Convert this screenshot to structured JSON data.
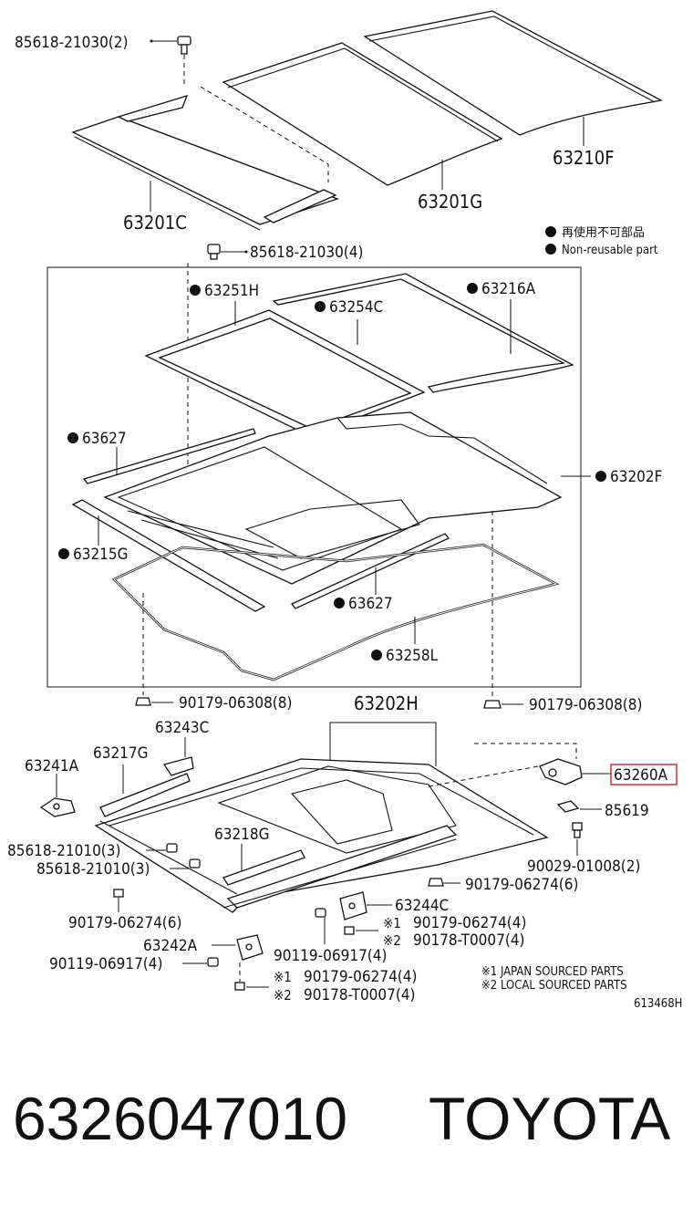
{
  "diagram": {
    "labels": {
      "bolt_top": "85618-21030(2)",
      "p63201C": "63201C",
      "p63201G": "63201G",
      "p63210F": "63210F",
      "legend_jp": "再使用不可部品",
      "legend_en": "Non-reusable part",
      "bolt_mid": "85618-21030(4)",
      "p63251H": "63251H",
      "p63254C": "63254C",
      "p63216A": "63216A",
      "p63627a": "63627",
      "p63202F": "63202F",
      "p63215G": "63215G",
      "p63627b": "63627",
      "p63258L": "63258L",
      "clip_left": "90179-06308(8)",
      "p63202H": "63202H",
      "clip_right": "90179-06308(8)",
      "p63243C": "63243C",
      "p63241A": "63241A",
      "p63217G": "63217G",
      "p63260A": "63260A",
      "p85619": "85619",
      "bolt_a": "85618-21010(3)",
      "bolt_b": "85618-21010(3)",
      "p63218G": "63218G",
      "clip_90029": "90029-01008(2)",
      "nut_mid": "90179-06274(6)",
      "nut_left": "90179-06274(6)",
      "p63244C": "63244C",
      "m1_nut": "90179-06274(4)",
      "m2_nut": "90178-T0007(4)",
      "p63242A": "63242A",
      "screw_left": "90119-06917(4)",
      "screw_mid": "90119-06917(4)",
      "b1_nut": "90179-06274(4)",
      "b2_nut": "90178-T0007(4)",
      "mark1": "※1",
      "mark2": "※2",
      "note1": "※1 JAPAN SOURCED PARTS",
      "note2": "※2 LOCAL SOURCED PARTS",
      "figure_id": "613468H"
    },
    "highlight_color": "#d32f2f"
  },
  "footer": {
    "part_number": "6326047010",
    "brand": "TOYOTA"
  }
}
